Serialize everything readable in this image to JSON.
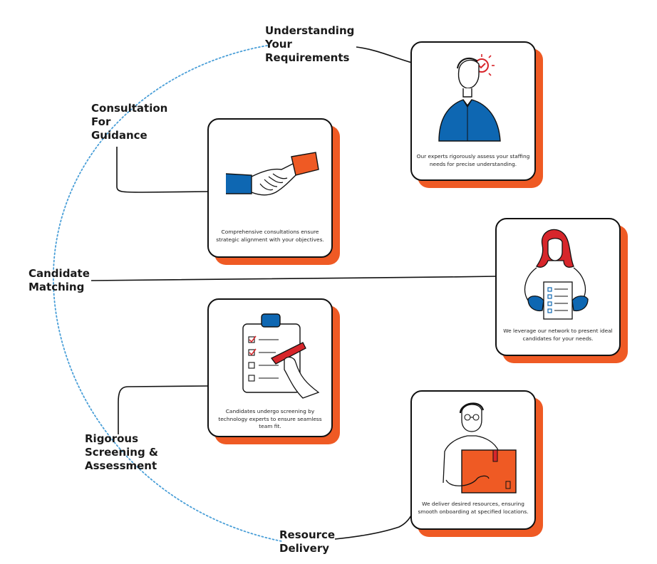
{
  "steps": [
    {
      "id": "understanding",
      "label_lines": [
        "Understanding",
        "Your",
        "Requirements"
      ],
      "description": "Our experts rigorously assess your staffing needs for precise understanding.",
      "icon": "person-with-target-icon"
    },
    {
      "id": "consultation",
      "label_lines": [
        "Consultation",
        "For",
        "Guidance"
      ],
      "description": "Comprehensive consultations ensure strategic alignment with your objectives.",
      "icon": "handshake-icon"
    },
    {
      "id": "matching",
      "label_lines": [
        "Candidate",
        "Matching"
      ],
      "description": "We leverage our network to present ideal candidates for your needs.",
      "icon": "woman-with-checklist-icon"
    },
    {
      "id": "screening",
      "label_lines": [
        "Rigorous",
        "Screening &",
        "Assessment"
      ],
      "description": "Candidates undergo screening by technology experts to ensure seamless team fit.",
      "icon": "clipboard-checklist-icon"
    },
    {
      "id": "delivery",
      "label_lines": [
        "Resource",
        "Delivery"
      ],
      "description": "We deliver desired resources, ensuring smooth onboarding at specified locations.",
      "icon": "man-carrying-box-icon"
    }
  ],
  "colors": {
    "accent": "#ef5a24",
    "blue": "#0e67b2",
    "red": "#d7262b",
    "ink": "#111111",
    "arc": "#4a9fd8"
  }
}
